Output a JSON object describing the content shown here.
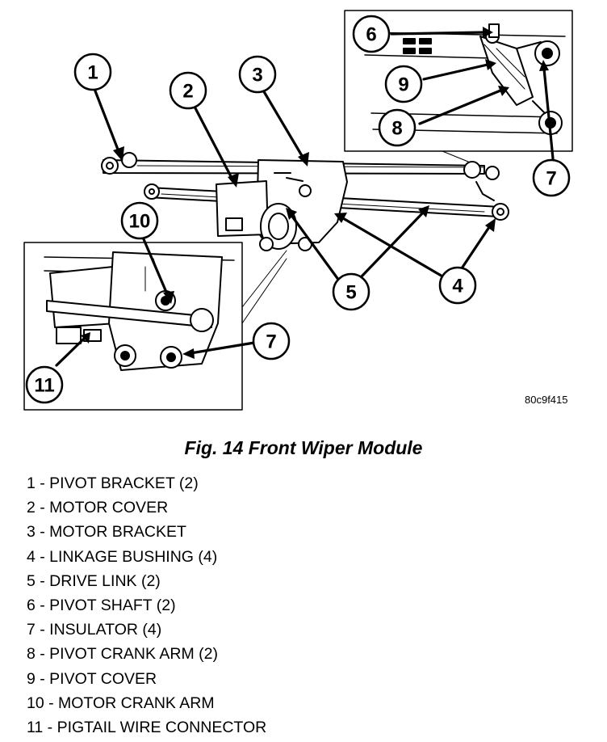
{
  "figure": {
    "title": "Fig. 14 Front Wiper Module",
    "ref_code": "80c9f415"
  },
  "callouts": [
    "1",
    "2",
    "3",
    "4",
    "5",
    "6",
    "7",
    "8",
    "9",
    "10",
    "11",
    "7"
  ],
  "legend": [
    "1 - PIVOT BRACKET (2)",
    "2 - MOTOR COVER",
    "3 - MOTOR BRACKET",
    "4 - LINKAGE BUSHING (4)",
    "5 - DRIVE LINK (2)",
    "6 - PIVOT SHAFT (2)",
    "7 - INSULATOR (4)",
    "8 - PIVOT CRANK ARM (2)",
    "9 - PIVOT COVER",
    "10 - MOTOR CRANK ARM",
    "11 - PIGTAIL WIRE CONNECTOR"
  ]
}
